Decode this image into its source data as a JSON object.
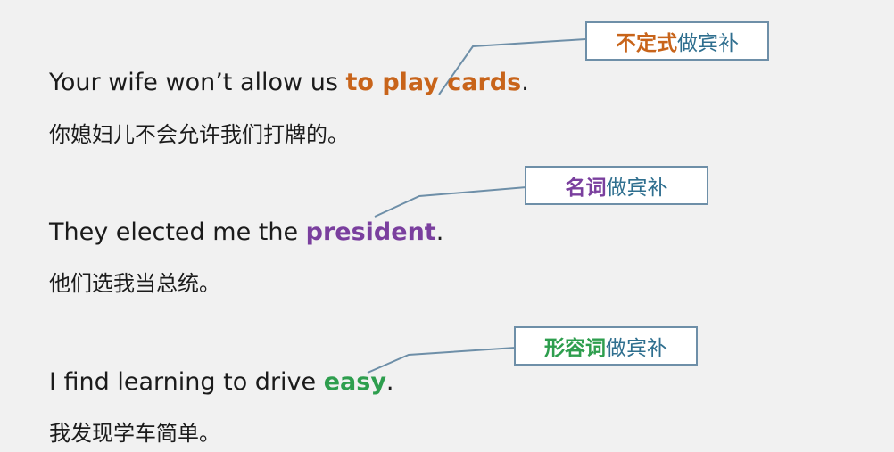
{
  "examples": [
    {
      "english_before": "Your wife won’t allow us ",
      "english_highlight": "to play cards",
      "english_after": ".",
      "chinese": "你媳妇儿不会允许我们打牌的。",
      "callout_category": "不定式",
      "callout_role": "做宾补",
      "highlight_color": "#c8641a"
    },
    {
      "english_before": "They elected me the ",
      "english_highlight": "president",
      "english_after": ".",
      "chinese": "他们选我当总统。",
      "callout_category": "名词",
      "callout_role": "做宾补",
      "highlight_color": "#7a3f9e"
    },
    {
      "english_before": "I find learning to drive ",
      "english_highlight": "easy",
      "english_after": ".",
      "chinese": "我发现学车简单。",
      "callout_category": "形容词",
      "callout_role": "做宾补",
      "highlight_color": "#2e9e4e"
    }
  ],
  "colors": {
    "callout_border": "#6e8fa8",
    "callout_role_text": "#2f6f8f",
    "leader_line": "#6e8fa8",
    "body_text": "#1b1b1b",
    "background": "#f1f1f1"
  }
}
